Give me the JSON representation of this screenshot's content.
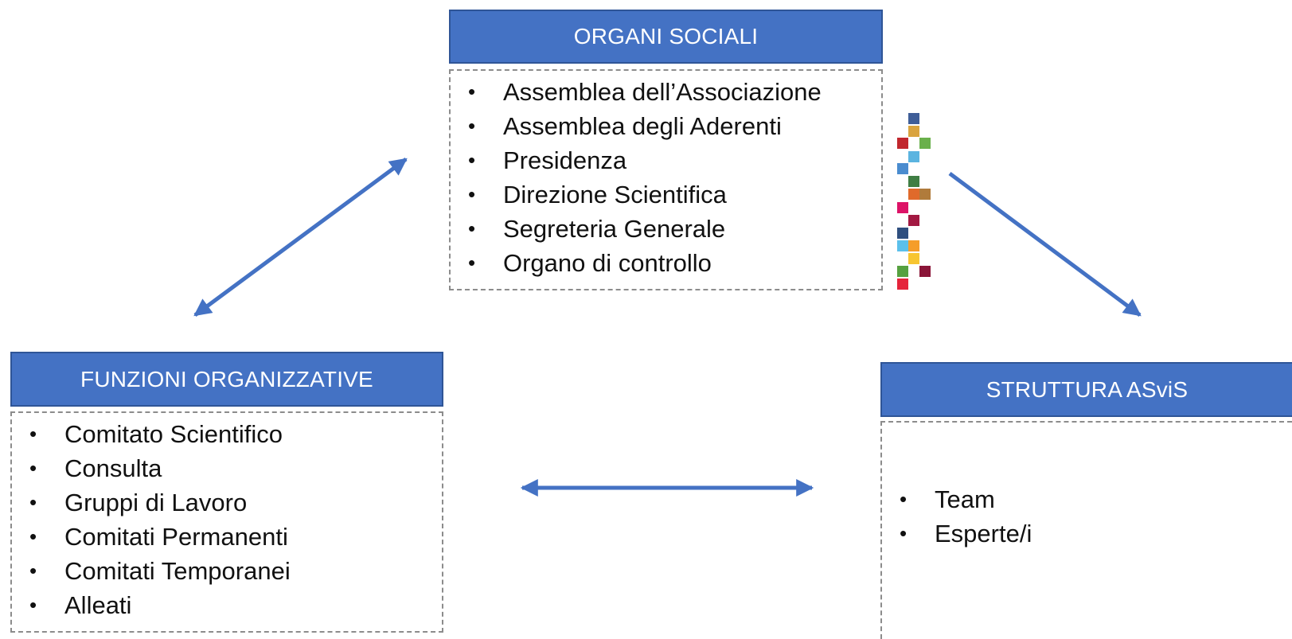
{
  "organi_sociali": {
    "title": "ORGANI SOCIALI",
    "items": [
      "Assemblea dell’Associazione",
      "Assemblea degli Aderenti",
      "Presidenza",
      "Direzione Scientifica",
      "Segreteria Generale",
      "Organo di controllo"
    ]
  },
  "funzioni_organizzative": {
    "title": "FUNZIONI ORGANIZZATIVE",
    "items": [
      "Comitato Scientifico",
      "Consulta",
      "Gruppi di Lavoro",
      "Comitati Permanenti",
      "Comitati Temporanei",
      "Alleati"
    ]
  },
  "struttura_asvis": {
    "title": "STRUTTURA ASviS",
    "items": [
      "Team",
      "Esperte/i"
    ]
  },
  "colors": {
    "header_fill": "#4472C4",
    "arrow": "#4472C4",
    "dashed_border": "#8c8c8c"
  },
  "mosaic_colors": [
    "#3f5e98",
    "#d9a43e",
    "#c1272d",
    "#6ab04c",
    "#5bb4e0",
    "#4a8ccf",
    "#3f7e44",
    "#e06a2b",
    "#b07b3b",
    "#dd1367",
    "#a21942",
    "#2f4f7f",
    "#5bc0eb",
    "#f59d2a",
    "#f7c531",
    "#56a140",
    "#8a1538",
    "#e5243b"
  ]
}
